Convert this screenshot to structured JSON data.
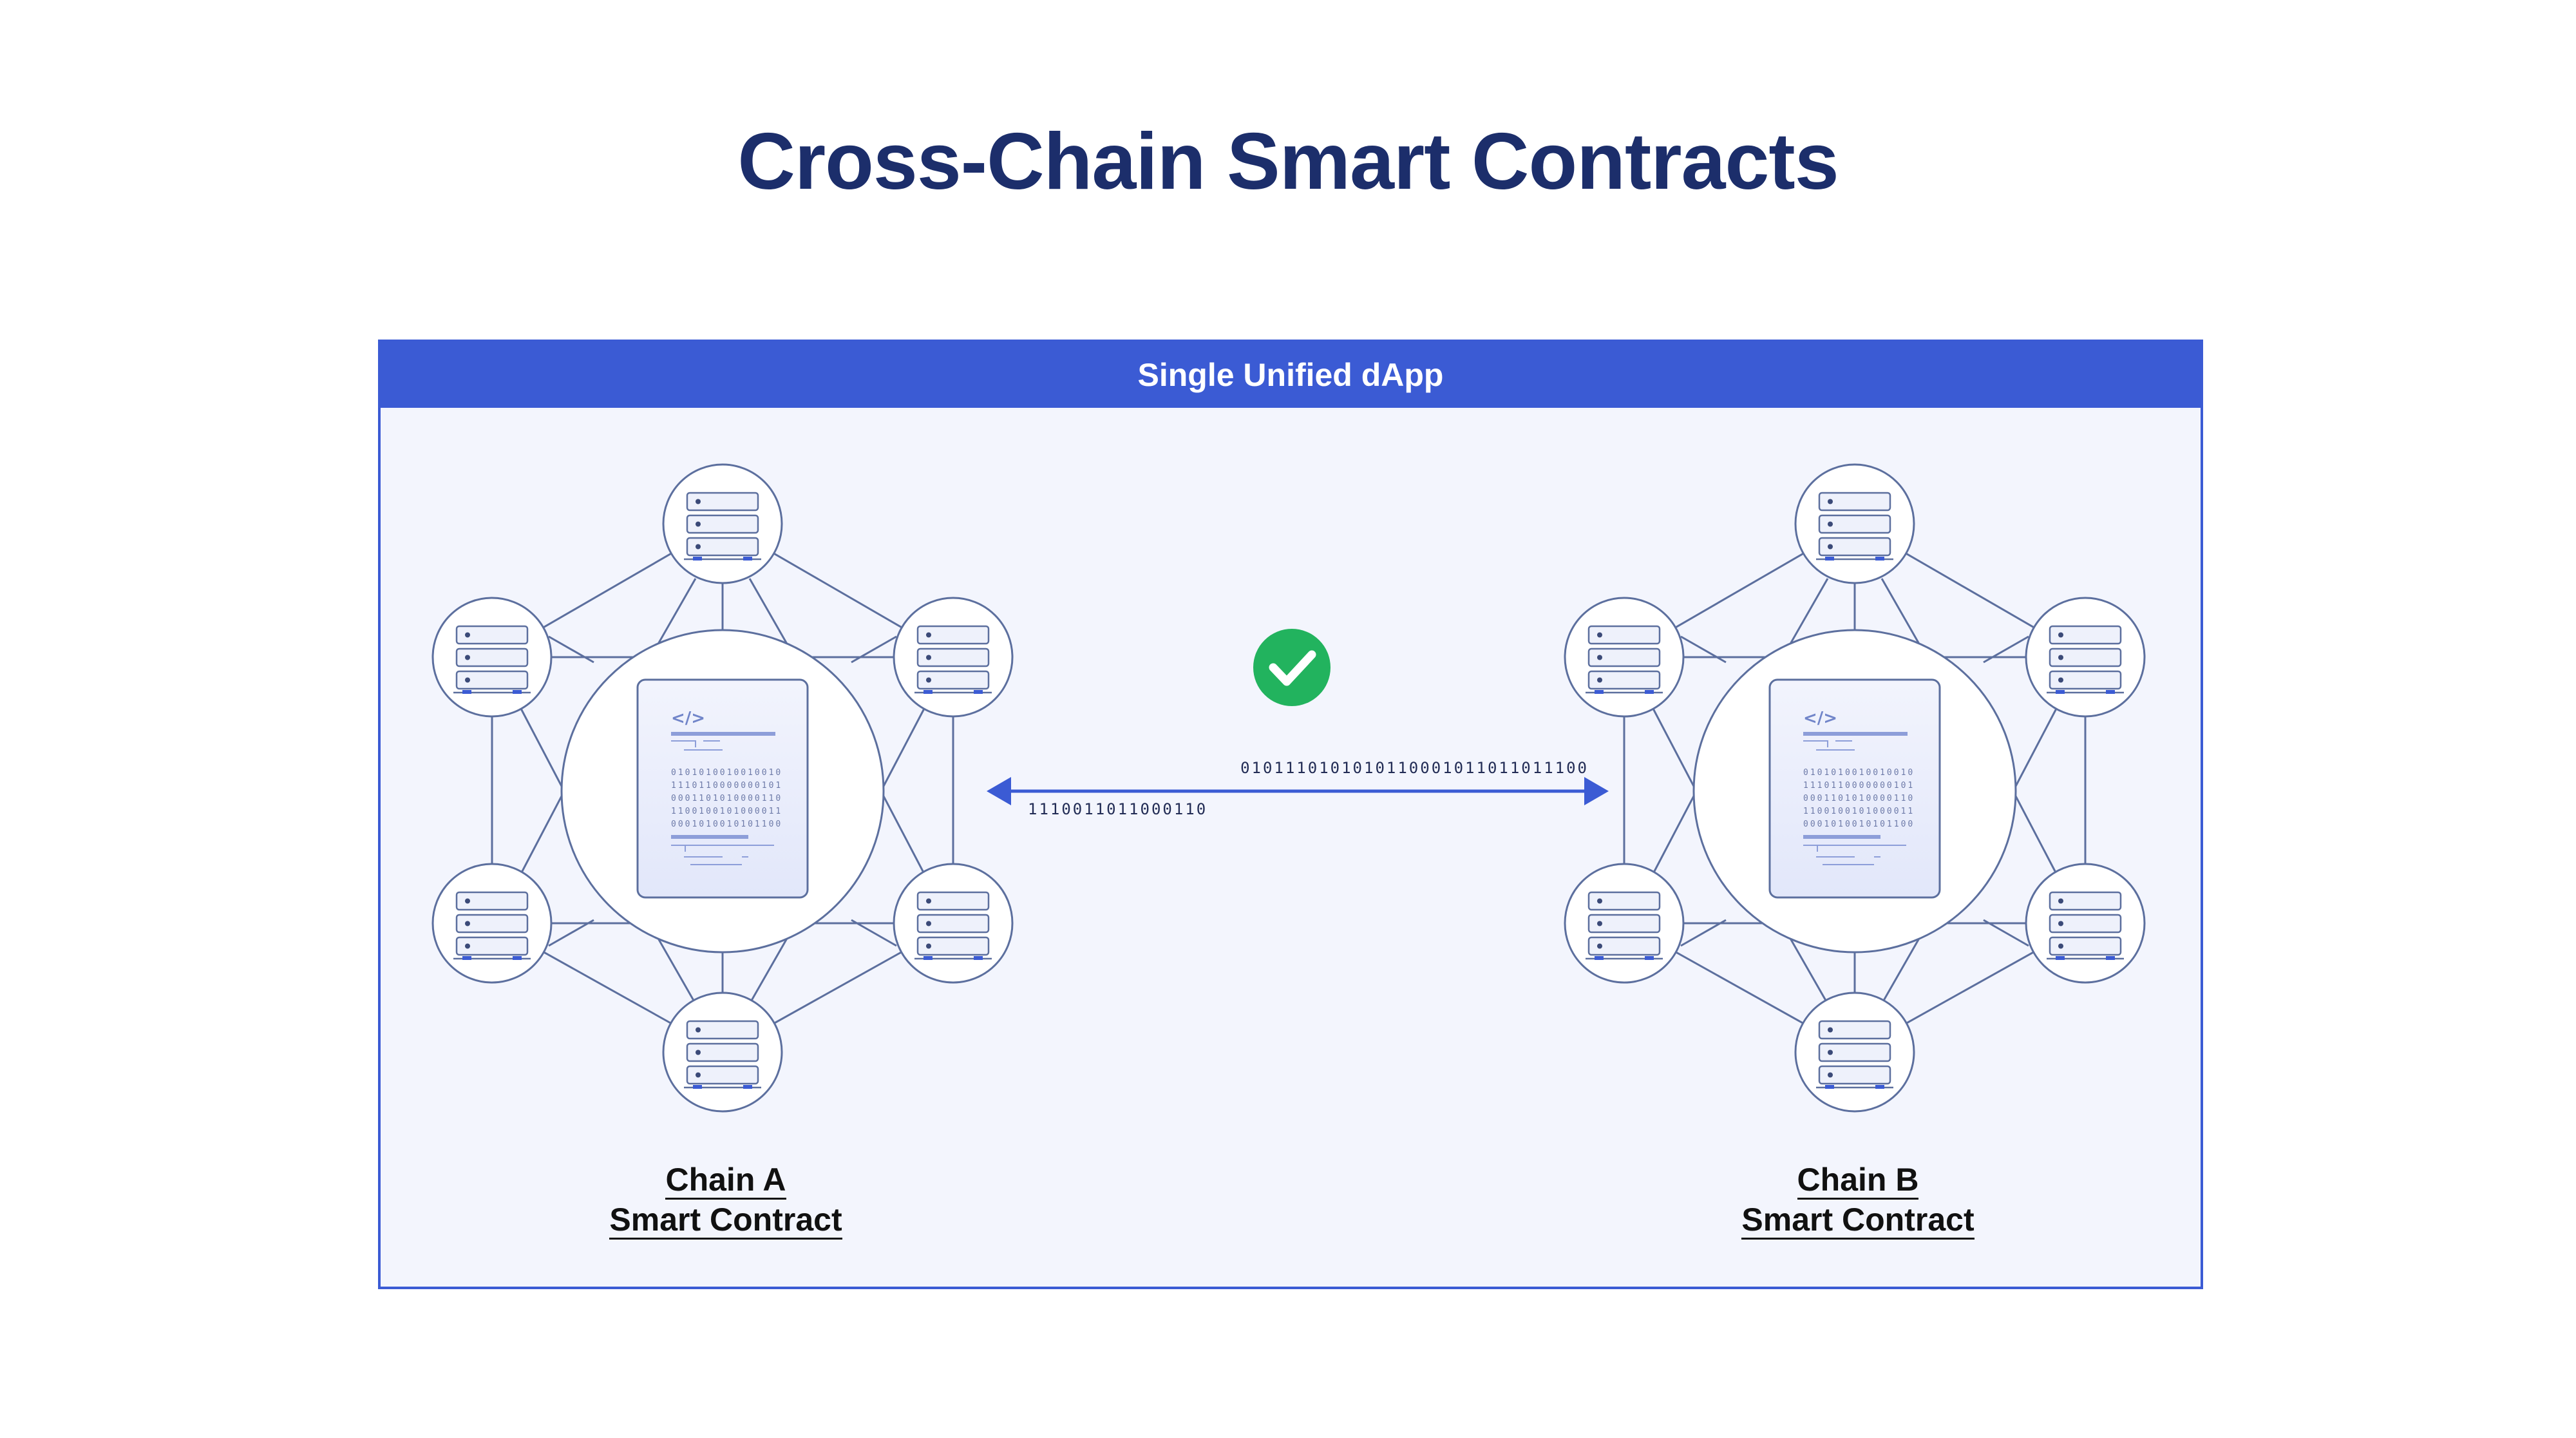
{
  "title": "Cross-Chain Smart Contracts",
  "dapp": {
    "header": "Single Unified dApp"
  },
  "transfer": {
    "top_bits": "0101110101010110001011011011100",
    "bottom_bits": "1110011011000110",
    "status_icon": "check-circle-icon",
    "status_color": "#22b35e"
  },
  "chains": [
    {
      "name": "Chain A",
      "subtitle": "Smart Contract",
      "code_tag": "</>",
      "code_lines": [
        "0101010010010010",
        "1110110000000101",
        "0001101010000110",
        "1100100101000011",
        "0001010010101100"
      ]
    },
    {
      "name": "Chain B",
      "subtitle": "Smart Contract",
      "code_tag": "</>",
      "code_lines": [
        "0101010010010010",
        "1110110000000101",
        "0001101010000110",
        "1100100101000011",
        "0001010010101100"
      ]
    }
  ],
  "colors": {
    "title": "#1c2e6b",
    "accent": "#3b5bd4",
    "line": "#5c6f9e",
    "panel": "#f3f5fd"
  }
}
